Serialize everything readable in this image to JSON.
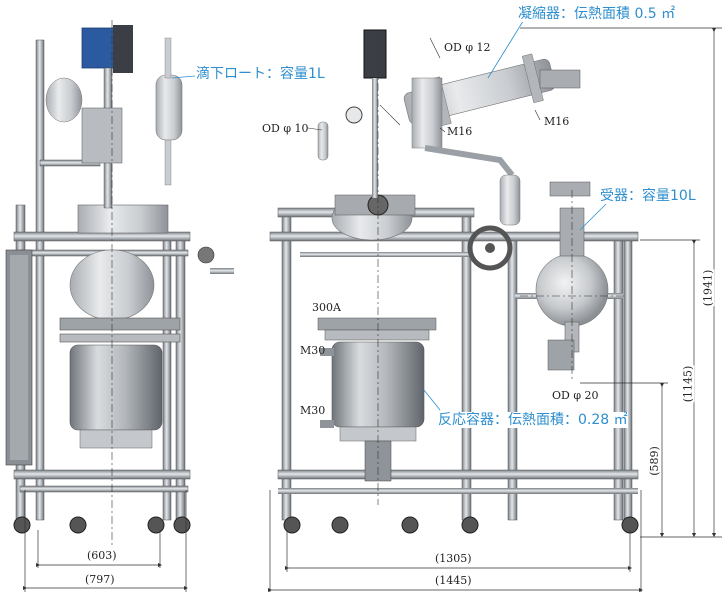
{
  "callouts": {
    "condenser": "凝縮器：伝熱面積 0.5 ㎡",
    "dropping_funnel": "滴下ロート：容量1L",
    "receiver": "受器：容量10L",
    "reaction_vessel": "反応容器：伝熱面積：0.28 ㎡"
  },
  "labels": {
    "od12": "OD φ 12",
    "od10": "OD φ 10",
    "od20": "OD φ 20",
    "m16_a": "M16",
    "m16_b": "M16",
    "s300a": "300A",
    "m30_a": "M30",
    "m30_b": "M30"
  },
  "dimensions": {
    "w603": "(603)",
    "w797": "(797)",
    "w1305": "(1305)",
    "w1445": "(1445)",
    "h1941": "(1941)",
    "h1145": "(1145)",
    "h589": "(589)"
  },
  "colors": {
    "callout": "#2f8fce",
    "frame": "#9aa0a6",
    "glass": "#d4d6d9",
    "motor": "#2c5aa0",
    "dark": "#3a3a3a"
  }
}
